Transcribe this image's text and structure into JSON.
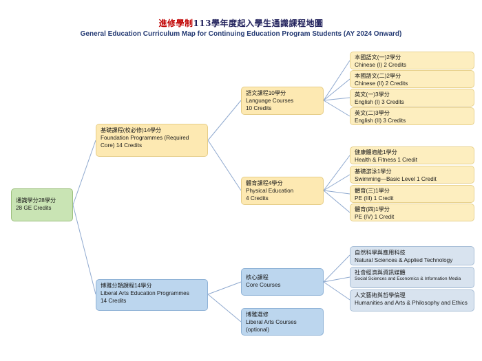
{
  "title": {
    "zh_red": "進修學制",
    "zh_rest": "113學年度起入學生通識課程地圖",
    "en": "General Education Curriculum Map for Continuing Education Program Students (AY 2024 Onward)"
  },
  "root": {
    "zh": "通識學分28學分",
    "en": "28 GE Credits"
  },
  "foundation": {
    "zh": "基礎課程(校必修)14學分",
    "en": "Foundation Programmes  (Required Core) 14 Credits",
    "language": {
      "zh": "語文課程10學分",
      "en": "Language Courses",
      "credits": "10 Credits",
      "items": [
        {
          "zh": "本國語文(一)2學分",
          "en": "Chinese (I) 2 Credits"
        },
        {
          "zh": "本國語文(二)2學分",
          "en": "Chinese (II) 2 Credits"
        },
        {
          "zh": "英文(一)3學分",
          "en": "English (I) 3 Credits"
        },
        {
          "zh": "英文(二)3學分",
          "en": "English (II) 3 Credits"
        }
      ]
    },
    "pe": {
      "zh": "體育課程4學分",
      "en": "Physical Education",
      "credits": "4 Credits",
      "items": [
        {
          "zh": "健康體適能1學分",
          "en": "Health & Fitness 1 Credit"
        },
        {
          "zh": "基礎游泳1學分",
          "en": "Swimming—Basic Level  1 Credit"
        },
        {
          "zh": "體育(三)1學分",
          "en": "PE (III) 1 Credit"
        },
        {
          "zh": "體育(四)1學分",
          "en": "PE (IV) 1 Credit"
        }
      ]
    }
  },
  "liberal": {
    "zh": "博雅分類課程14學分",
    "en": "Liberal Arts Education Programmes",
    "credits": "14 Credits",
    "core": {
      "zh": "核心課程",
      "en": "Core Courses",
      "items": [
        {
          "zh": "自然科學與應用科技",
          "en": "Natural Sciences & Applied Technology"
        },
        {
          "zh": "社會經濟與資訊媒體",
          "en": "Social Sciences and  Economics & Information Media"
        },
        {
          "zh": "人文藝術與哲學倫理",
          "en": "Humanities and Arts & Philosophy and Ethics"
        }
      ]
    },
    "elective": {
      "zh": "博雅選修",
      "en": "Liberal Arts Courses",
      "note": "(optional)"
    }
  },
  "colors": {
    "root": "#c9e4b4",
    "foundation": "#fde9b2",
    "liberal": "#bcd6ee",
    "connector": "#8fa9cf",
    "title_red": "#c00000"
  }
}
